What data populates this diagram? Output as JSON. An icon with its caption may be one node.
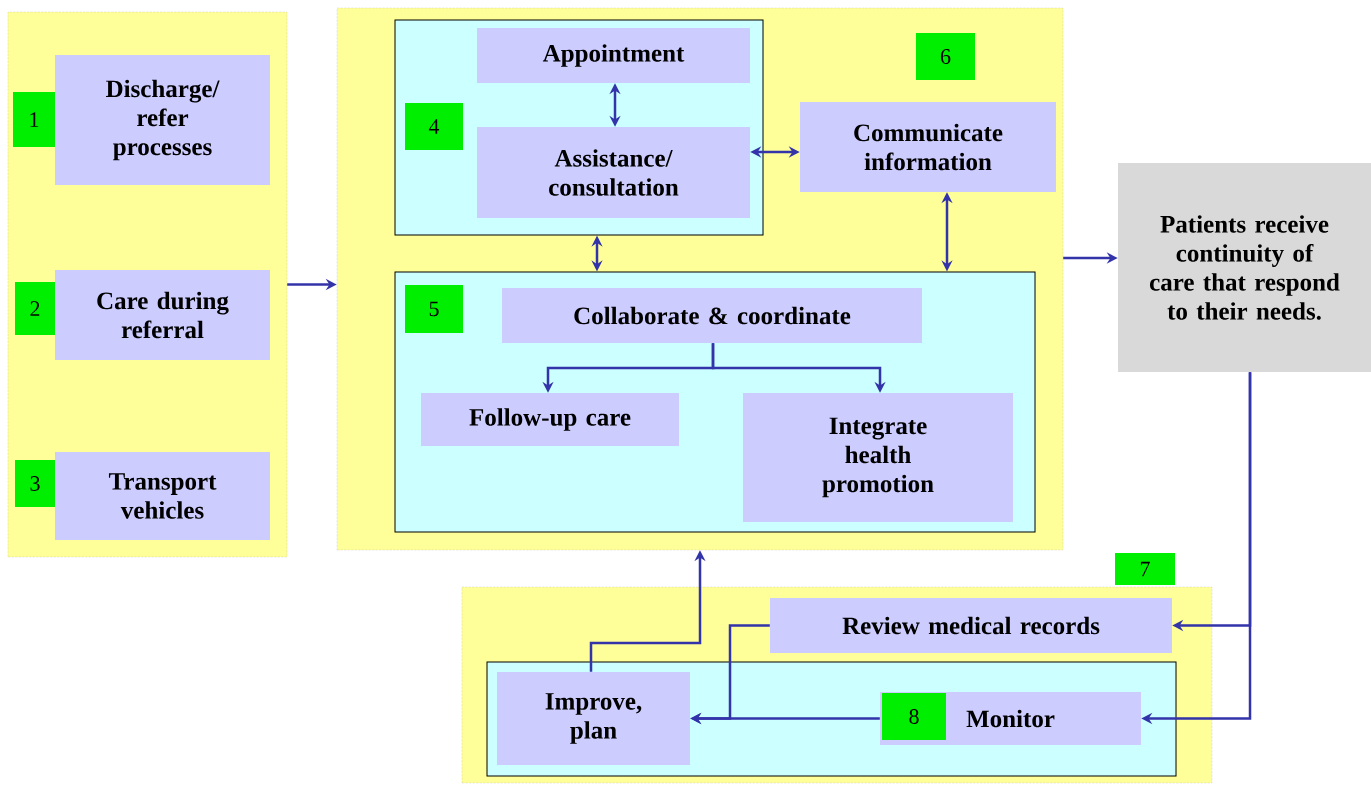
{
  "diagram": {
    "nodes": [
      {
        "text": [],
        "shape": "box"
      },
      {
        "text": [
          "1"
        ],
        "in": 0
      },
      {
        "text": [
          "Discharge/ refer processes"
        ],
        "in": 0
      },
      {
        "text": [
          "2"
        ],
        "in": 0
      },
      {
        "text": [
          "Care during referral"
        ],
        "in": 0
      },
      {
        "text": [
          "3"
        ],
        "in": 0
      },
      {
        "text": [
          "Transport vehicles"
        ],
        "in": 0
      },
      {
        "text": [],
        "shape": "box"
      },
      {
        "text": [],
        "shape": "box",
        "in": 7
      },
      {
        "text": [
          "4"
        ],
        "in": 8
      },
      {
        "text": [
          "Appointment"
        ],
        "in": 8
      },
      {
        "text": [
          "Assistance/ consultation"
        ],
        "in": 8
      },
      {
        "text": [
          "6"
        ],
        "in": 7
      },
      {
        "text": [
          "Communicate information"
        ],
        "in": 7
      },
      {
        "text": [],
        "shape": "box",
        "in": 7
      },
      {
        "text": [
          "5"
        ],
        "in": 14
      },
      {
        "text": [
          "Collaborate & coordinate"
        ],
        "in": 14
      },
      {
        "text": [
          "Follow-up care"
        ],
        "in": 14
      },
      {
        "text": [
          "Integrate health promotion"
        ],
        "in": 14
      },
      {
        "text": [
          "Patients receive continuity of care that respond to their needs."
        ]
      },
      {
        "text": [],
        "shape": "box"
      },
      {
        "text": [
          "7"
        ]
      },
      {
        "text": [
          "Review medical records"
        ],
        "in": 20
      },
      {
        "text": [],
        "shape": "box",
        "in": 20
      },
      {
        "text": [
          "Improve, plan"
        ],
        "in": 23
      },
      {
        "text": [
          "Monitor"
        ],
        "in": 23
      },
      {
        "text": [
          "8"
        ],
        "in": 25
      }
    ],
    "edges": [
      {
        "from": 0,
        "to": 7,
        "arrow": "to"
      },
      {
        "from": 10,
        "to": 11,
        "arrow": "both"
      },
      {
        "from": 11,
        "to": 13,
        "arrow": "both"
      },
      {
        "from": 8,
        "to": 14,
        "arrow": "both"
      },
      {
        "from": 13,
        "to": 14,
        "arrow": "both"
      },
      {
        "from": 16,
        "to": 17,
        "arrow": "to"
      },
      {
        "from": 16,
        "to": 18,
        "arrow": "to"
      },
      {
        "from": 7,
        "to": 19,
        "arrow": "to"
      },
      {
        "from": 19,
        "to": 22,
        "arrow": "to"
      },
      {
        "from": 19,
        "to": 25,
        "arrow": "to"
      },
      {
        "from": 22,
        "to": 24,
        "arrow": "to"
      },
      {
        "from": 25,
        "to": 24,
        "arrow": "to"
      },
      {
        "from": 24,
        "to": 7,
        "arrow": "to"
      }
    ]
  }
}
